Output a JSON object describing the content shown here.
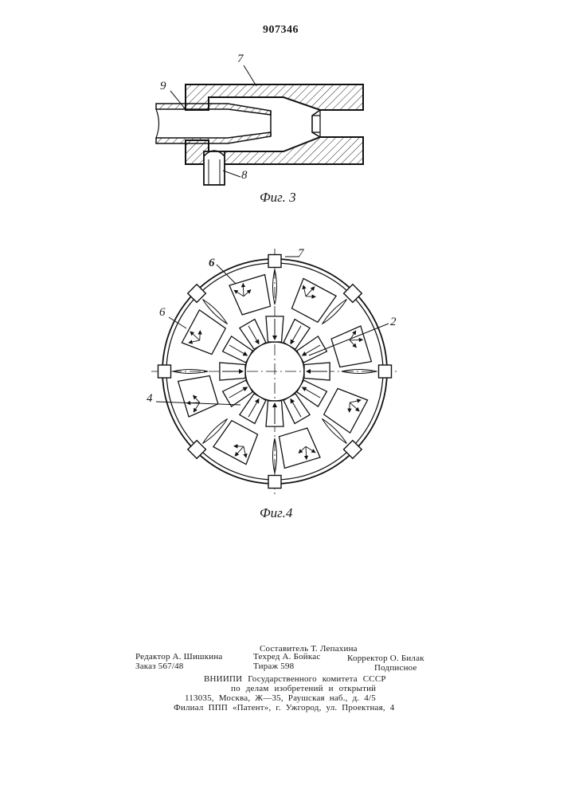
{
  "header": {
    "patent_number": "907346"
  },
  "figure3": {
    "caption": "Фиг. 3",
    "labels": {
      "casing": "7",
      "nozzle": "9",
      "inlet_pipe": "8"
    }
  },
  "figure4": {
    "caption": "Фиг.4",
    "labels": {
      "nozzle_top": "7",
      "segment_a": "6",
      "segment_b": "6",
      "center": "2",
      "blade": "4"
    }
  },
  "imprint": {
    "compiler": "Составитель Т. Лепахина",
    "editor": "Редактор А. Шишкина",
    "techred": "Техред А. Бойкас",
    "corrector": "Корректор О. Билак",
    "order": "Заказ 567/48",
    "circulation": "Тираж 598",
    "subscription": "Подписное",
    "org_line1": "ВНИИПИ Государственного комитета СССР",
    "org_line2": "по делам изобретений и открытий",
    "address": "113035, Москва, Ж—35, Раушская наб., д. 4/5",
    "branch": "Филиал ППП «Патент», г. Ужгород, ул. Проектная, 4"
  }
}
